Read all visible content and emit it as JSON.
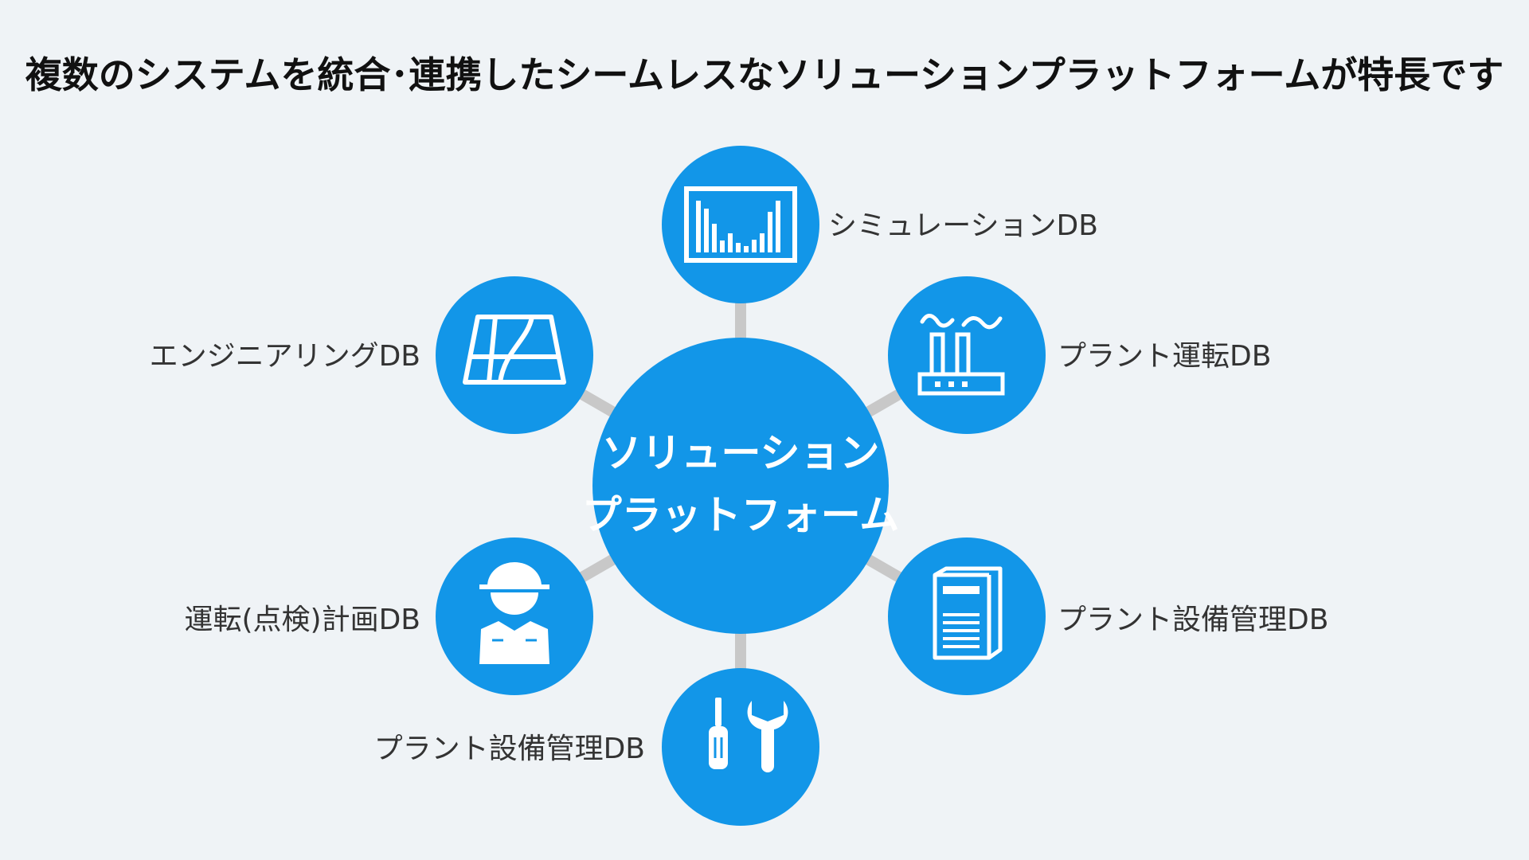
{
  "title": "複数のシステムを統合･連携したシームレスなソリューションプラットフォームが特長です",
  "colors": {
    "background": "#eff3f6",
    "node": "#1296e8",
    "connector": "#c8c8c8",
    "title_text": "#111111",
    "label_text": "#333333"
  },
  "hub": {
    "line1": "ソリューション",
    "line2": "プラットフォーム"
  },
  "nodes": [
    {
      "id": "simulation",
      "label": "シミュレーションDB",
      "icon": "bar-chart-monitor-icon"
    },
    {
      "id": "plant-operation",
      "label": "プラント運転DB",
      "icon": "factory-icon"
    },
    {
      "id": "equipment-mgmt",
      "label": "プラント設備管理DB",
      "icon": "server-icon"
    },
    {
      "id": "maintenance",
      "label": "プラント設備管理DB",
      "icon": "tools-icon"
    },
    {
      "id": "operation-plan",
      "label": "運転(点検)計画DB",
      "icon": "worker-icon"
    },
    {
      "id": "engineering",
      "label": "エンジニアリングDB",
      "icon": "map-icon"
    }
  ]
}
